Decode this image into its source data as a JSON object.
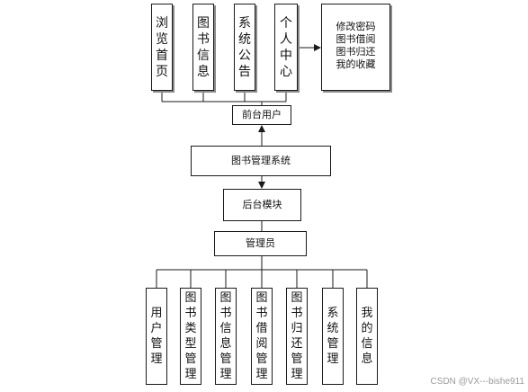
{
  "top_modules": [
    "浏览首页",
    "图书信息",
    "系统公告",
    "个人中心"
  ],
  "personal_center_detail": "修改密码图书借阅图书归还我的收藏",
  "front_user": "前台用户",
  "system": "图书管理系统",
  "backend": "后台模块",
  "admin": "管理员",
  "admin_modules": [
    "用户管理",
    "图书类型管理",
    "图书信息管理",
    "图书借阅管理",
    "图书归还管理",
    "系统管理",
    "我的信息"
  ],
  "watermark": "CSDN @VX---bishe911"
}
